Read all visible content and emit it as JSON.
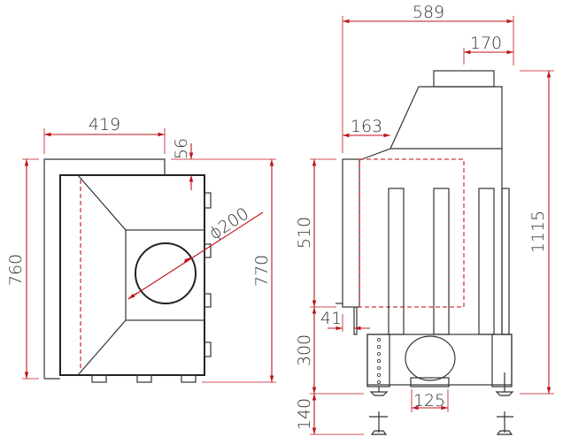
{
  "colors": {
    "dimension": "#c0141c",
    "outline": "#333333"
  },
  "front_view": {
    "width_label": "419",
    "offset_label": "56",
    "left_height_label": "760",
    "right_height_label": "770",
    "flue_diameter_label": "ϕ200"
  },
  "side_view": {
    "total_depth_label": "589",
    "flue_depth_label": "170",
    "door_offset_label": "163",
    "total_height_label": "1115",
    "glass_height_label": "510",
    "handle_label": "41",
    "base_height_label": "300",
    "feet_label": "140",
    "air_inlet_label": "125"
  }
}
